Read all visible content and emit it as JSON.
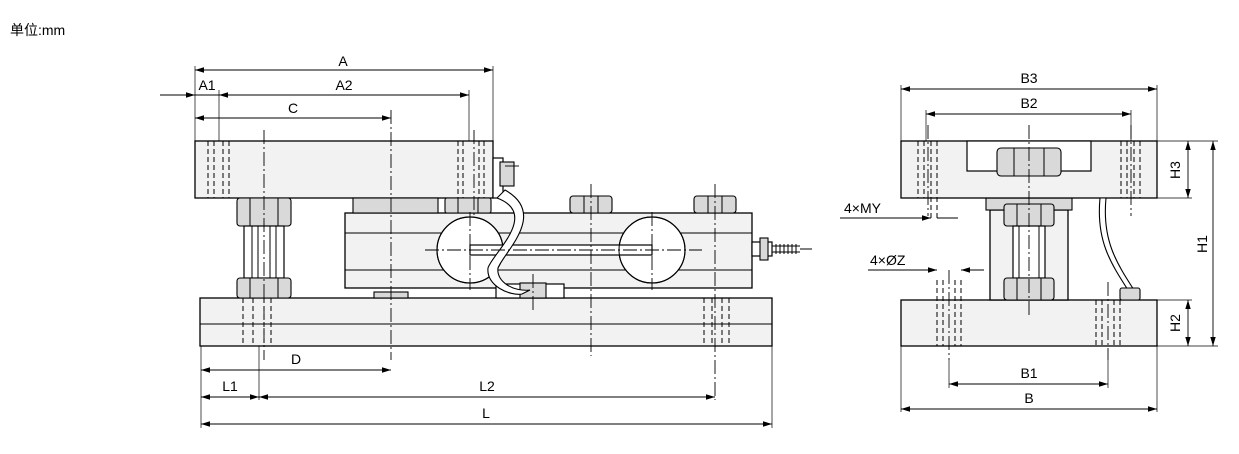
{
  "unit_label": "单位:mm",
  "labels": {
    "A": "A",
    "A1": "A1",
    "A2": "A2",
    "C": "C",
    "D": "D",
    "L1": "L1",
    "L2": "L2",
    "L": "L",
    "B3": "B3",
    "B2": "B2",
    "B1": "B1",
    "B": "B",
    "H1": "H1",
    "H2": "H2",
    "H3": "H3",
    "MY": "4×MY",
    "Z": "4×ØZ"
  }
}
